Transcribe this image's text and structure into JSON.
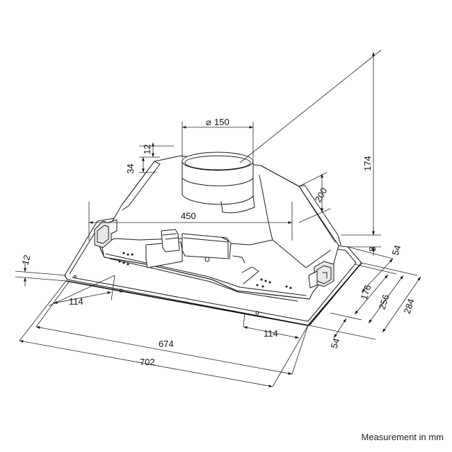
{
  "dimensions": {
    "diameter": "150",
    "duct_height": "12",
    "duct_offset": "34",
    "height_overall": "174",
    "depth_body": "200",
    "width_body": "450",
    "flange_left": "12",
    "edge_left": "114",
    "width_inner": "674",
    "width_outer": "702",
    "edge_right": "114",
    "flange_top": "8",
    "side_54_top": "54",
    "depth_176": "176",
    "depth_256": "256",
    "depth_284": "284",
    "side_54_bottom": "54"
  },
  "diameter_symbol": "⌀",
  "note": "Measurement in mm"
}
